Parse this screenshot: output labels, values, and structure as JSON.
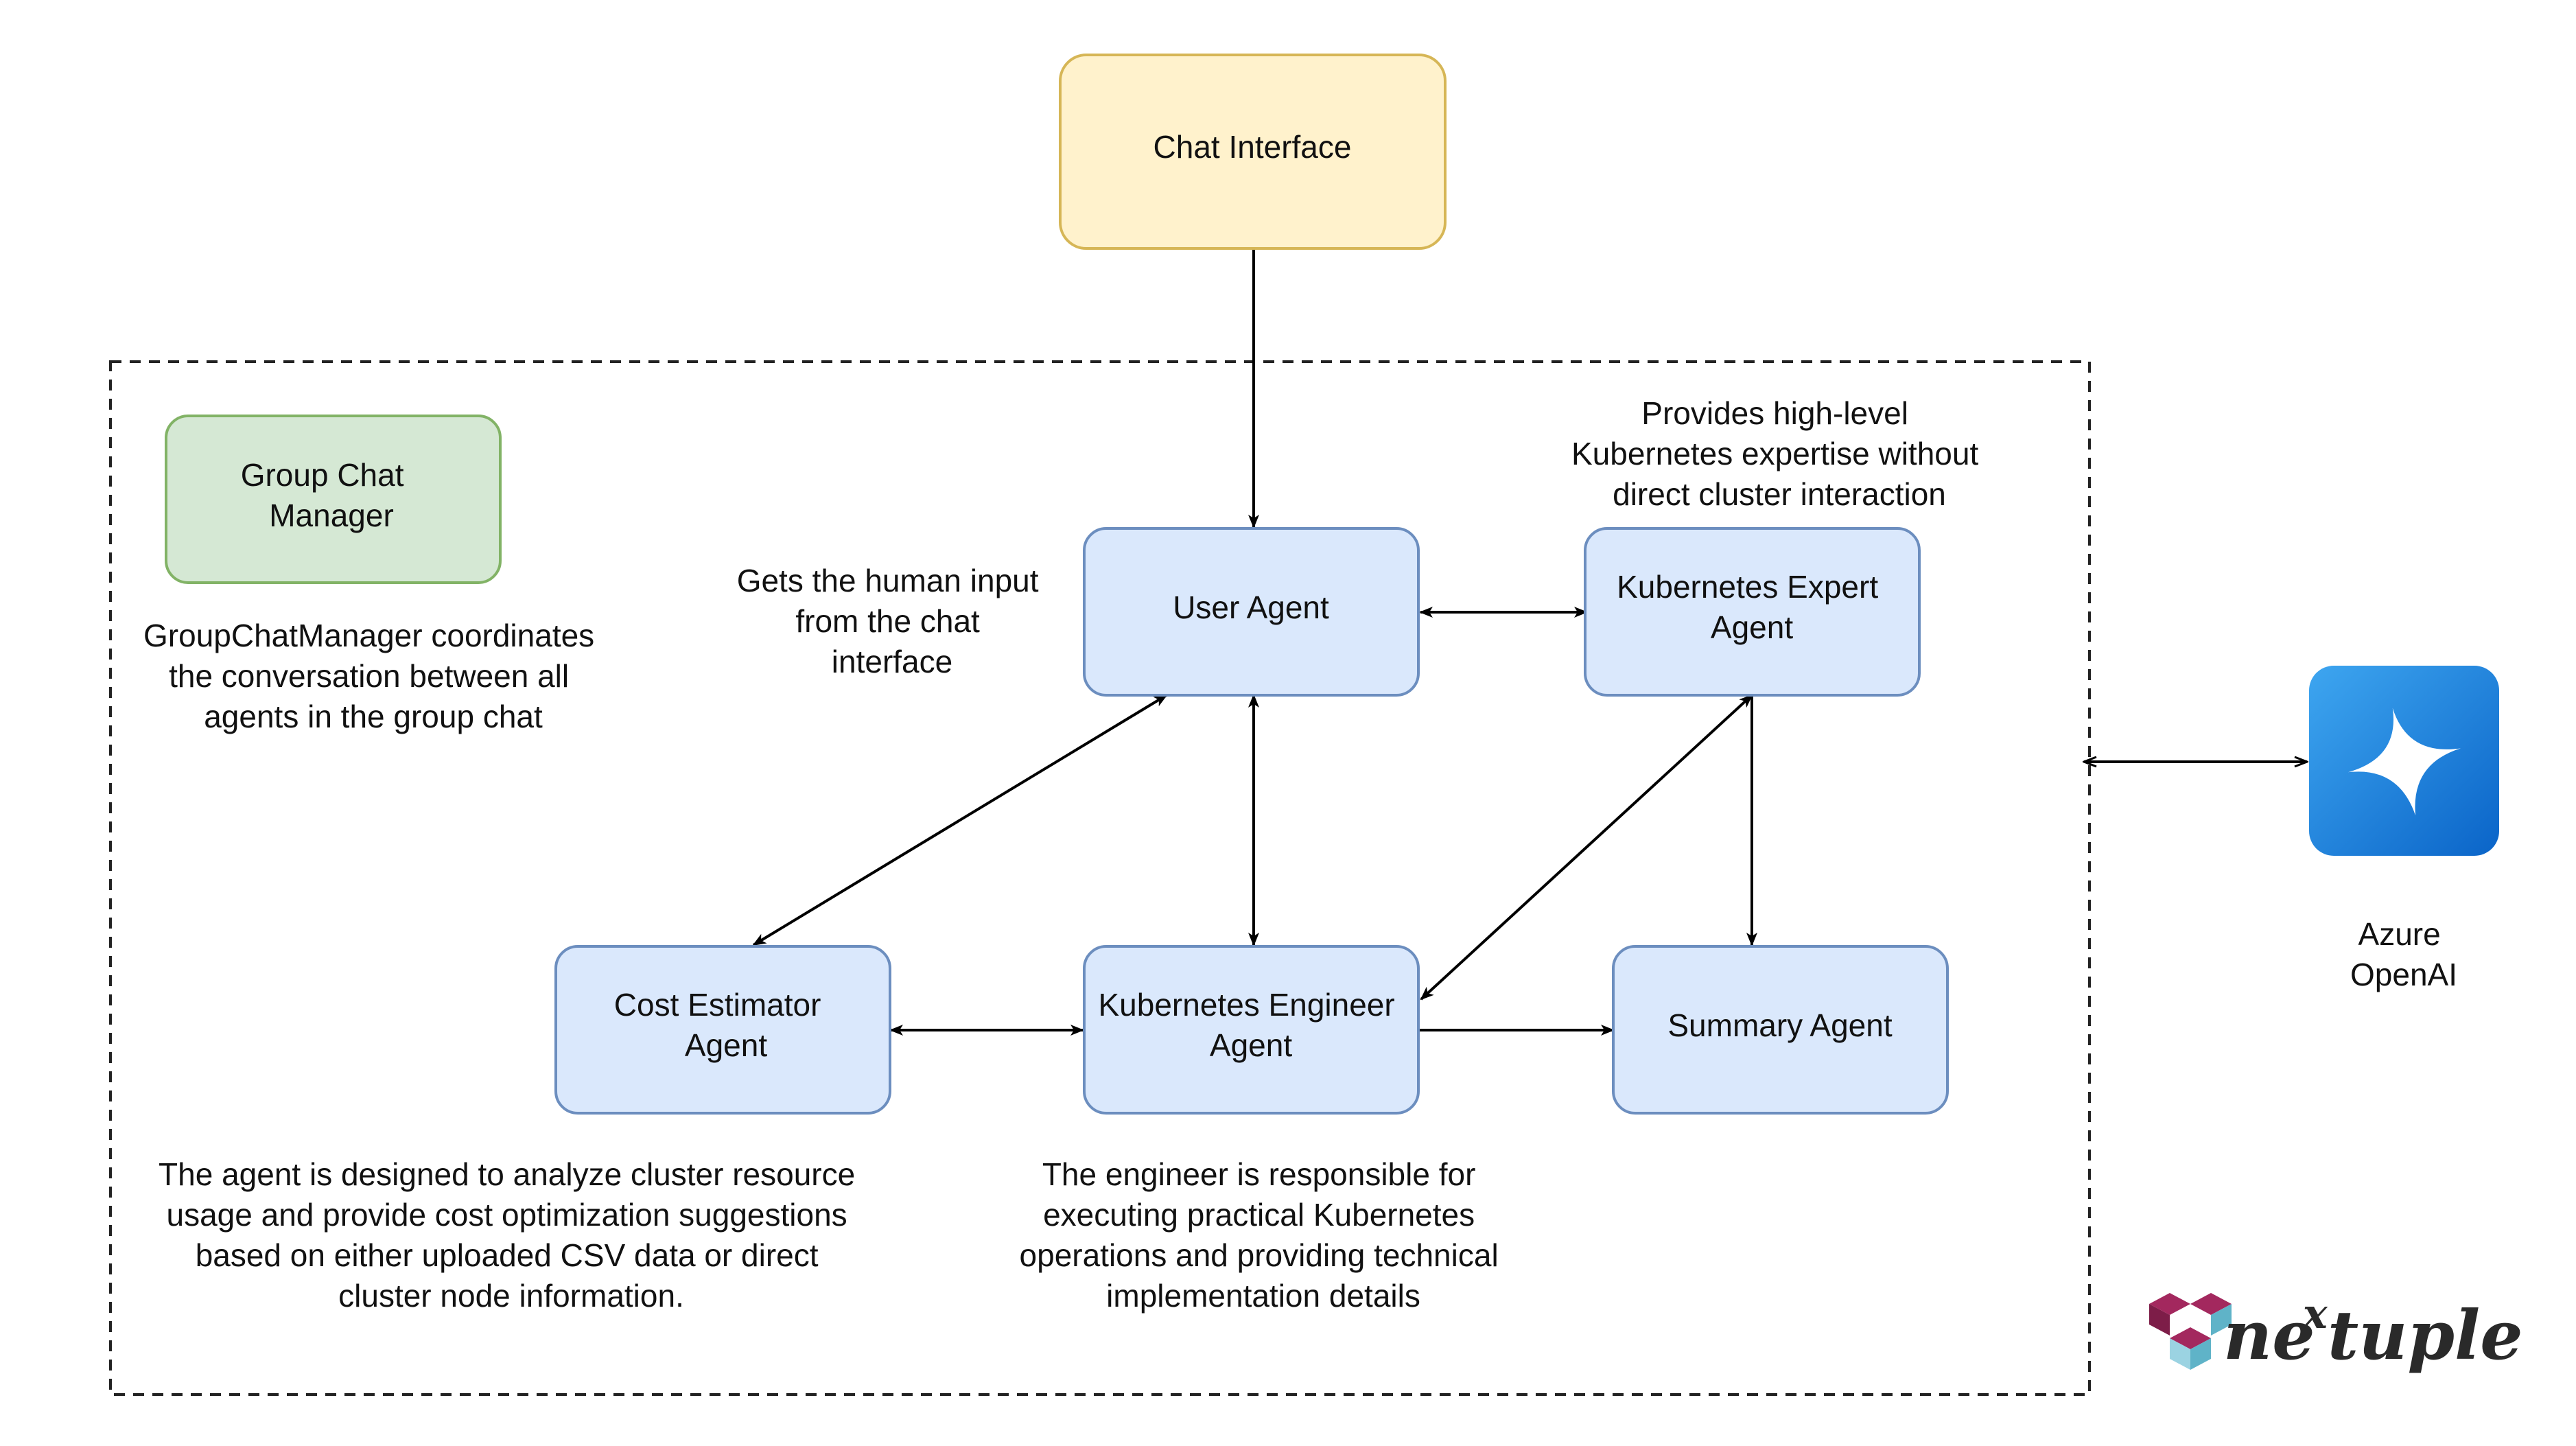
{
  "nodes": {
    "chat_interface": {
      "label": [
        "Chat Interface"
      ]
    },
    "group_chat_manager": {
      "label": [
        "Group Chat",
        "Manager"
      ]
    },
    "user_agent": {
      "label": [
        "User Agent"
      ]
    },
    "kubernetes_expert_agent": {
      "label": [
        "Kubernetes Expert",
        "Agent"
      ]
    },
    "cost_estimator_agent": {
      "label": [
        "Cost Estimator",
        "Agent"
      ]
    },
    "kubernetes_engineer_agent": {
      "label": [
        "Kubernetes Engineer",
        "Agent"
      ]
    },
    "summary_agent": {
      "label": [
        "Summary Agent"
      ]
    },
    "azure_openai": {
      "label": [
        "Azure",
        "OpenAI"
      ],
      "icon": "azure-openai-icon"
    }
  },
  "notes": {
    "group_chat_manager": [
      "GroupChatManager coordinates",
      "the conversation between all",
      "agents in the group chat"
    ],
    "user_agent": [
      "Gets the human input",
      "from the chat",
      "interface"
    ],
    "kubernetes_expert": [
      "Provides high-level",
      "Kubernetes expertise without",
      "direct cluster interaction"
    ],
    "cost_estimator": [
      "The agent is designed to analyze cluster resource",
      "usage and provide cost optimization suggestions",
      "based on either uploaded CSV data or direct",
      "cluster node information."
    ],
    "kubernetes_engineer": [
      "The engineer is responsible for",
      "executing practical Kubernetes",
      "operations and providing technical",
      "implementation details"
    ]
  },
  "edges": [
    {
      "from": "chat_interface",
      "to": "user_agent",
      "direction": "forward"
    },
    {
      "from": "user_agent",
      "to": "kubernetes_expert_agent",
      "direction": "both"
    },
    {
      "from": "user_agent",
      "to": "cost_estimator_agent",
      "direction": "both"
    },
    {
      "from": "user_agent",
      "to": "kubernetes_engineer_agent",
      "direction": "both"
    },
    {
      "from": "kubernetes_expert_agent",
      "to": "kubernetes_engineer_agent",
      "direction": "both"
    },
    {
      "from": "kubernetes_expert_agent",
      "to": "summary_agent",
      "direction": "forward"
    },
    {
      "from": "cost_estimator_agent",
      "to": "kubernetes_engineer_agent",
      "direction": "both"
    },
    {
      "from": "kubernetes_engineer_agent",
      "to": "summary_agent",
      "direction": "forward"
    },
    {
      "from": "agent_group",
      "to": "azure_openai",
      "direction": "both"
    }
  ],
  "logo": {
    "text": "nextuple"
  },
  "colors": {
    "chat_interface_fill": "#fff2cc",
    "chat_interface_stroke": "#d6b656",
    "manager_fill": "#d5e8d4",
    "manager_stroke": "#82b366",
    "agent_fill": "#dae8fc",
    "agent_stroke": "#6c8ebf",
    "azure_blue": "#1a7fd8",
    "logo_magenta": "#a3285e",
    "logo_teal": "#5fb3c8"
  }
}
